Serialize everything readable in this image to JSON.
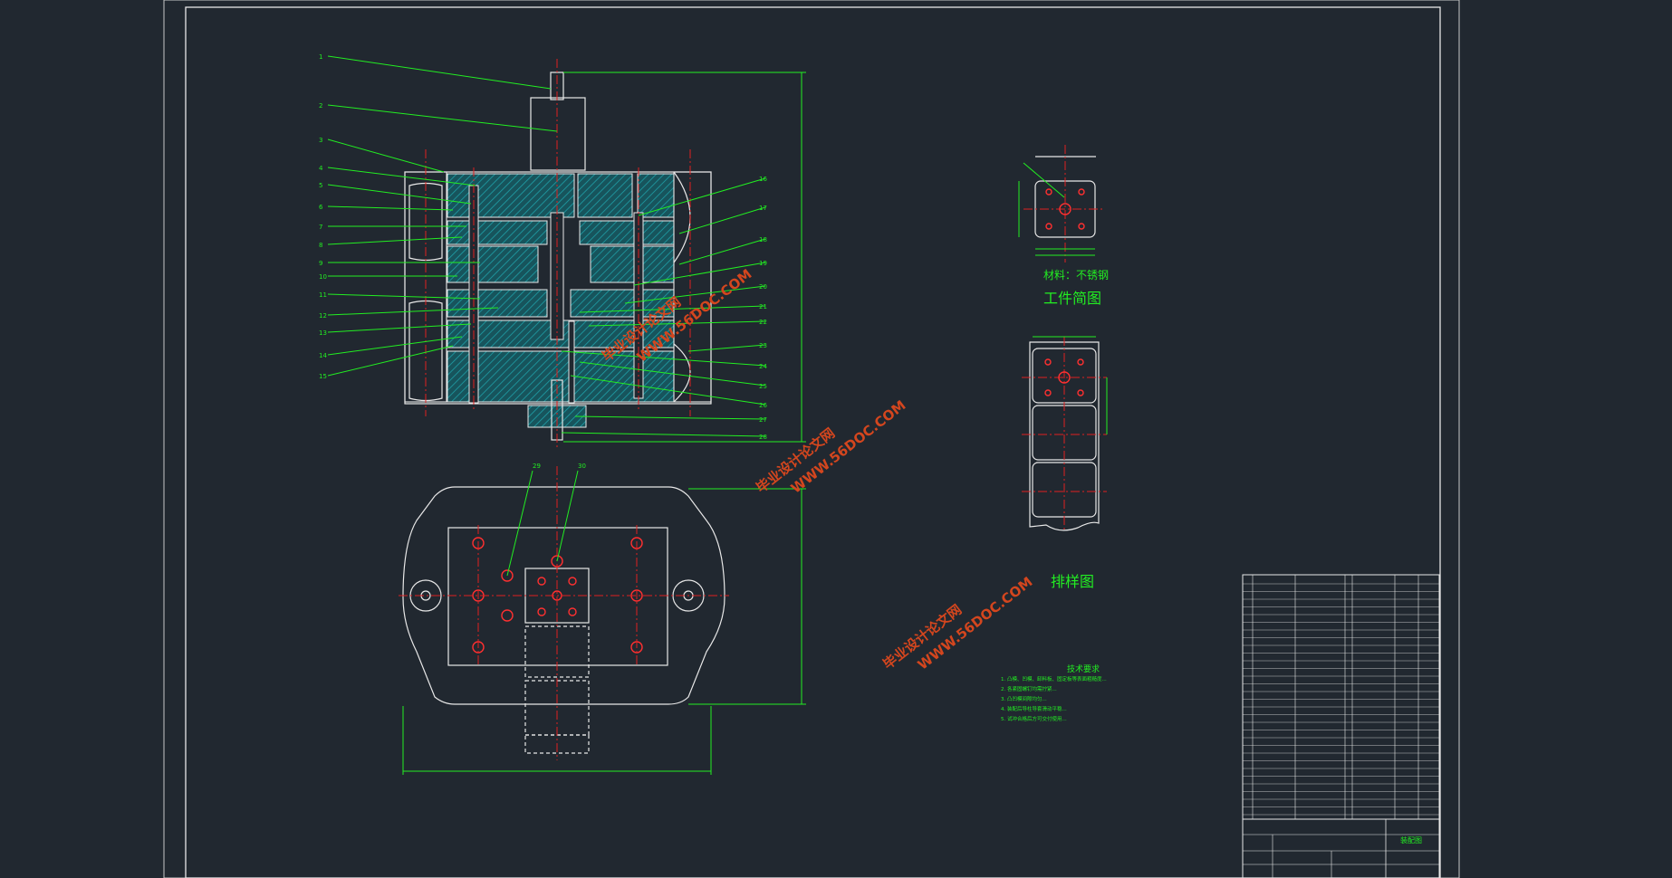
{
  "drawing": {
    "workpiece": {
      "title": "工件简图",
      "material_line": "材料：不锈钢"
    },
    "strip_layout": {
      "title": "排样图"
    },
    "technical_requirements": {
      "title": "技术要求",
      "lines": [
        "1. 凸模、凹模、卸料板、固定板等表面粗糙度...",
        "2. 各紧固螺钉均需拧紧...",
        "3. 凸凹模间隙均匀...",
        "4. 装配后导柱导套滑动平稳...",
        "5. 试冲合格后方可交付使用..."
      ]
    },
    "watermarks": [
      {
        "line1": "毕业设计论文网",
        "line2": "WWW.56DOC.COM"
      },
      {
        "line1": "毕业设计论文网",
        "line2": "WWW.56DOC.COM"
      },
      {
        "line1": "毕业设计论文网",
        "line2": "WWW.56DOC.COM"
      }
    ],
    "title_block": {
      "drawing_name": "装配图"
    },
    "balloons": {
      "left": [
        "1",
        "2",
        "3",
        "4",
        "5",
        "6",
        "7",
        "8",
        "9",
        "10",
        "11",
        "12",
        "13",
        "14",
        "15"
      ],
      "right": [
        "16",
        "17",
        "18",
        "19",
        "20",
        "21",
        "22",
        "23",
        "24",
        "25",
        "26",
        "27",
        "28"
      ],
      "plan": [
        "29",
        "30"
      ]
    }
  },
  "colors": {
    "background": "#212830",
    "outline": "#e8e8e8",
    "leader": "#22ee22",
    "centerline": "#e02020",
    "hatch": "#1fa0a8",
    "watermark": "#d4461e"
  }
}
